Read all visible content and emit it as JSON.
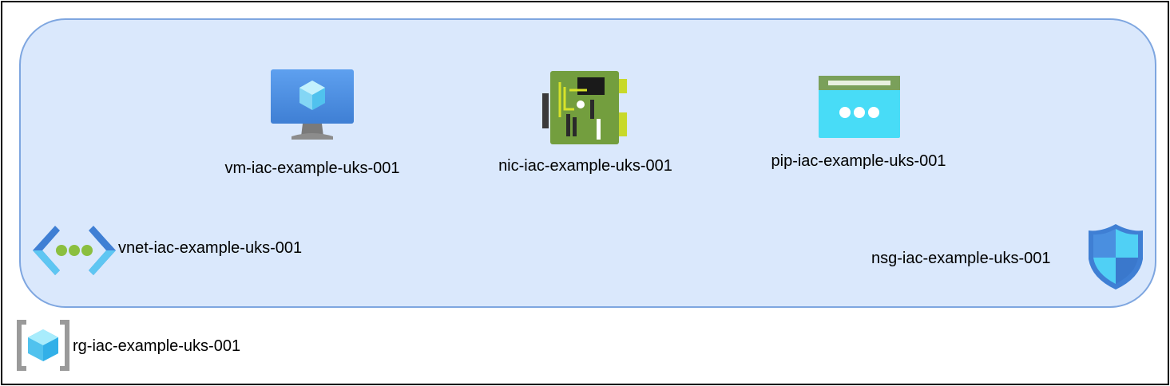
{
  "diagram": {
    "resource_group": {
      "label": "rg-iac-example-uks-001",
      "icon": "resource-group-icon"
    },
    "virtual_network": {
      "label": "vnet-iac-example-uks-001",
      "icon": "virtual-network-icon"
    },
    "resources": [
      {
        "label": "vm-iac-example-uks-001",
        "icon": "virtual-machine-icon"
      },
      {
        "label": "nic-iac-example-uks-001",
        "icon": "network-interface-icon"
      },
      {
        "label": "pip-iac-example-uks-001",
        "icon": "public-ip-icon"
      }
    ],
    "security_group": {
      "label": "nsg-iac-example-uks-001",
      "icon": "network-security-group-icon"
    }
  },
  "colors": {
    "vnet_fill": "#dae8fc",
    "vnet_stroke": "#7ea6e0",
    "frame_border": "#000000"
  }
}
